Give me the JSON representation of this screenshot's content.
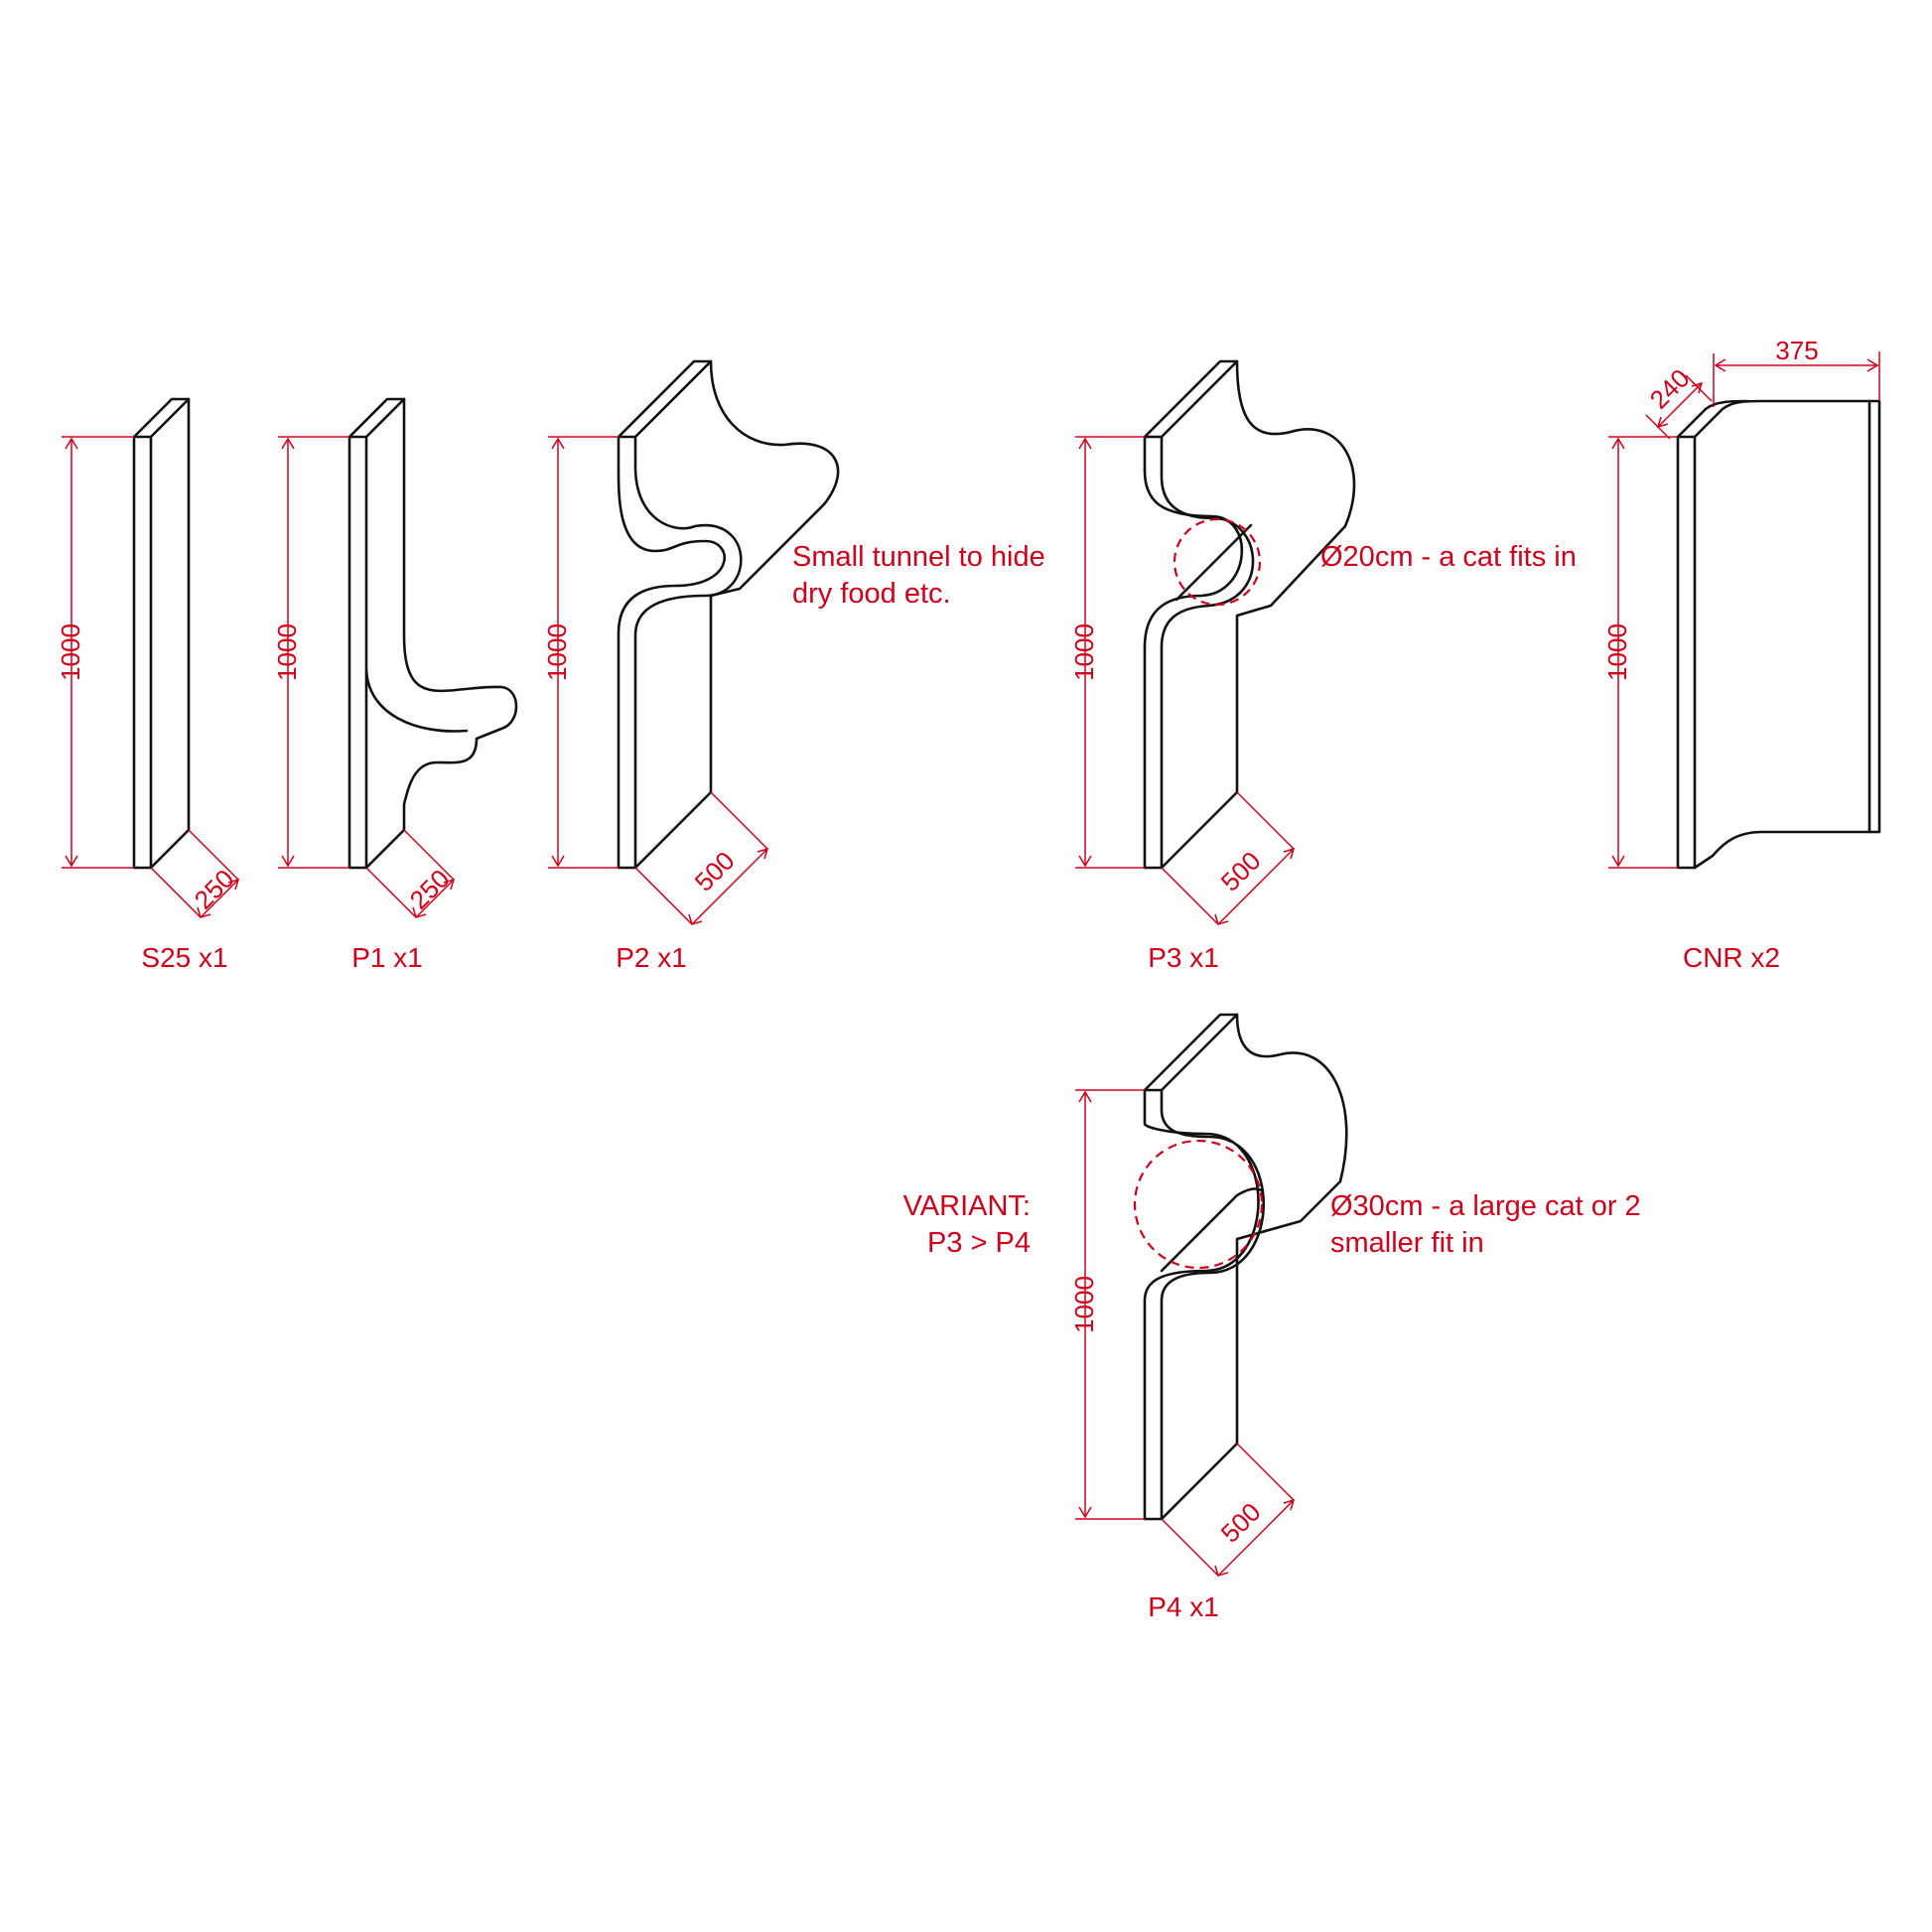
{
  "pieces": [
    {
      "label": "S25 x1",
      "height_dim": "1000",
      "depth_dim": "250"
    },
    {
      "label": "P1 x1",
      "height_dim": "1000",
      "depth_dim": "250"
    },
    {
      "label": "P2 x1",
      "height_dim": "1000",
      "depth_dim": "500"
    },
    {
      "label": "P3 x1",
      "height_dim": "1000",
      "depth_dim": "500"
    },
    {
      "label": "CNR x2",
      "height_dim": "1000",
      "depth_dim": "240",
      "width_dim": "375"
    },
    {
      "label": "P4 x1",
      "height_dim": "1000",
      "depth_dim": "500"
    }
  ],
  "notes": {
    "p2_line1": "Small tunnel to hide",
    "p2_line2": "dry food etc.",
    "p3_line1": "Ø20cm - a cat fits in",
    "p4_line1": "Ø30cm - a large cat or 2",
    "p4_line2": "smaller fit in",
    "variant_line1": "VARIANT:",
    "variant_line2": "P3 > P4"
  },
  "colors": {
    "dimension": "#d0021b",
    "outline": "#111111",
    "background": "#ffffff"
  }
}
